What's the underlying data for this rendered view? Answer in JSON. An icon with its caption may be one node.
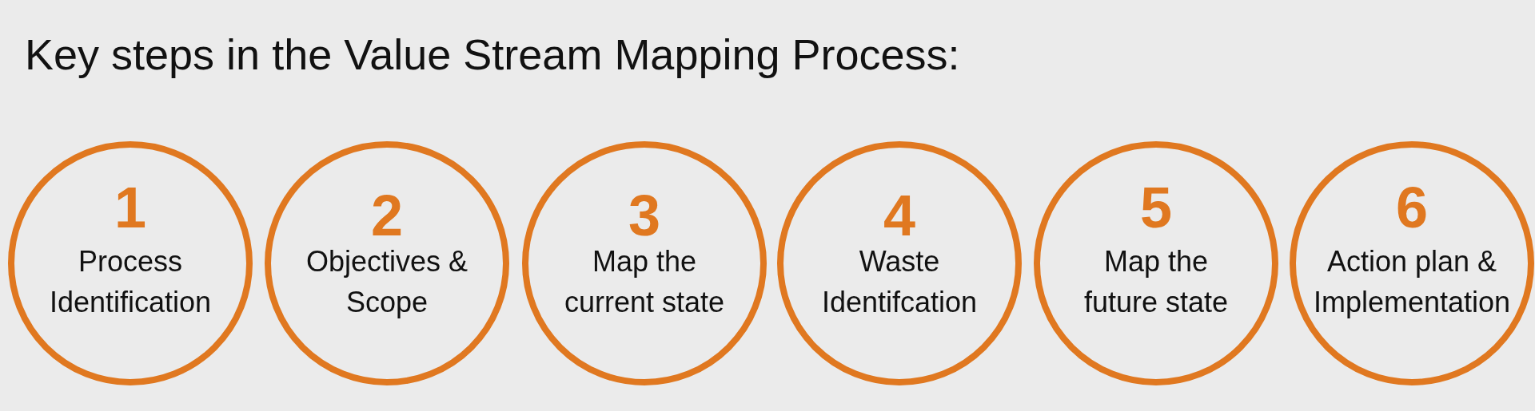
{
  "diagram": {
    "title": "Key steps in the Value Stream Mapping Process:",
    "nodes": [
      {
        "text": [
          "1",
          "Process Identification"
        ]
      },
      {
        "text": [
          "2",
          "Objectives & Scope"
        ]
      },
      {
        "text": [
          "3",
          "Map the current state"
        ]
      },
      {
        "text": [
          "4",
          "Waste Identifcation"
        ]
      },
      {
        "text": [
          "5",
          "Map the future state"
        ]
      },
      {
        "text": [
          "6",
          "Action plan & Implementation"
        ]
      }
    ]
  }
}
